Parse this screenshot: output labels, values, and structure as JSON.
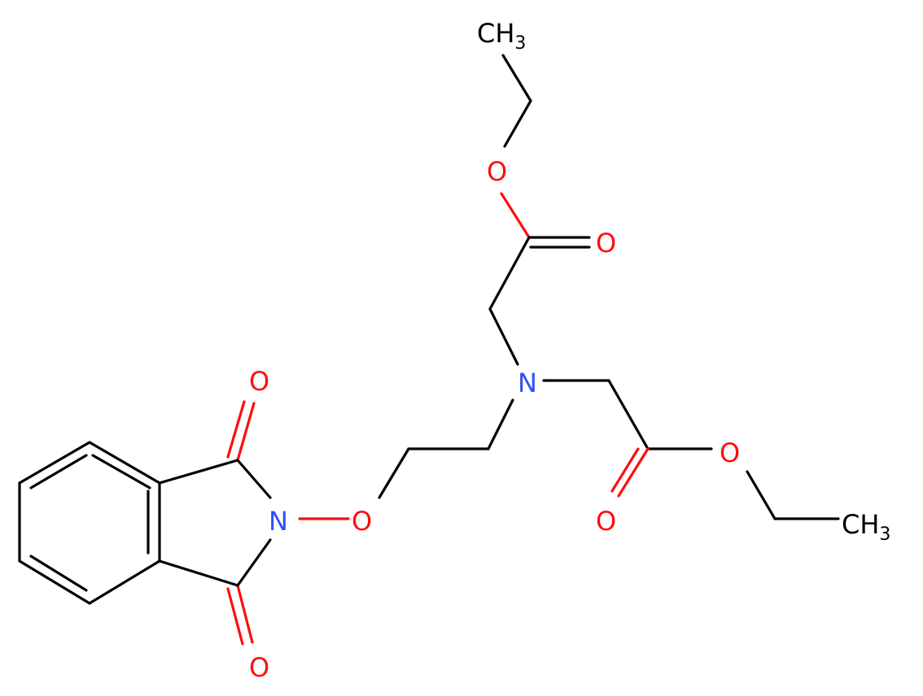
{
  "colors": {
    "background": "#ffffff",
    "bond": "#000000",
    "oxygen": "#ff0d0d",
    "nitrogen": "#3050f8",
    "carbon_label": "#000000"
  },
  "atoms": {
    "ch3_top": {
      "main": "CH",
      "sub": "3"
    },
    "o_ester_top": "O",
    "o_carbonyl_top": "O",
    "n_amine": "N",
    "o_ester_right": "O",
    "ch3_right": {
      "main": "CH",
      "sub": "3"
    },
    "o_carbonyl_right": "O",
    "o_ether": "O",
    "n_imide": "N",
    "o_imide_top": "O",
    "o_imide_bottom": "O"
  }
}
